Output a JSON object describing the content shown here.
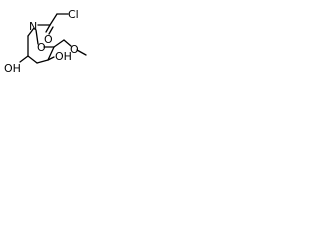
{
  "molecule": {
    "atoms": {
      "cl": "Cl",
      "o_carbonyl": "O",
      "n": "N",
      "o_ring": "O",
      "oh_left": "OH",
      "oh_right": "OH",
      "o_methoxy": "O"
    }
  },
  "colors": {
    "bond": "#000000",
    "label": "#000000",
    "background": "#ffffff"
  }
}
